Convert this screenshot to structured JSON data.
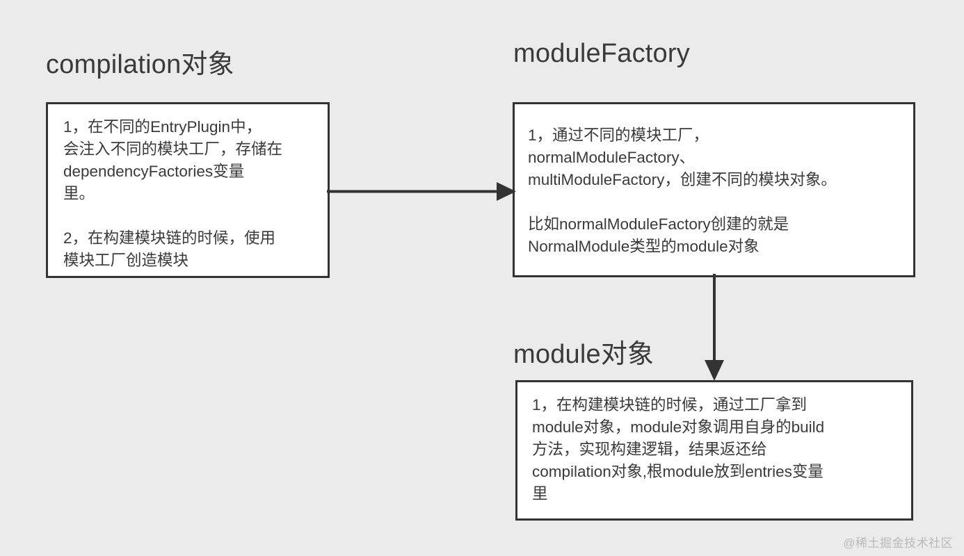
{
  "diagram": {
    "background_color": "#ebebeb",
    "box_border_color": "#333333",
    "box_fill_color": "#ffffff",
    "text_color": "#3a3a3a",
    "nodes": [
      {
        "id": "compilation",
        "title": "compilation对象",
        "body": "1，在不同的EntryPlugin中，\n会注入不同的模块工厂，存储在\ndependencyFactories变量\n里。\n\n2，在构建模块链的时候，使用\n模块工厂创造模块"
      },
      {
        "id": "moduleFactory",
        "title": "moduleFactory",
        "body": "1，通过不同的模块工厂，\nnormalModuleFactory、\nmultiModuleFactory，创建不同的模块对象。\n\n比如normalModuleFactory创建的就是\nNormalModule类型的module对象"
      },
      {
        "id": "module",
        "title": "module对象",
        "body": "1，在构建模块链的时候，通过工厂拿到\nmodule对象，module对象调用自身的build\n方法，实现构建逻辑，结果返还给\ncompilation对象,根module放到entries变量\n里"
      }
    ],
    "edges": [
      {
        "id": "compilation-to-modulefactory",
        "from": "compilation",
        "to": "moduleFactory",
        "direction": "right"
      },
      {
        "id": "modulefactory-to-module",
        "from": "moduleFactory",
        "to": "module",
        "direction": "down"
      }
    ]
  },
  "watermark": {
    "text": "@稀土掘金技术社区"
  }
}
